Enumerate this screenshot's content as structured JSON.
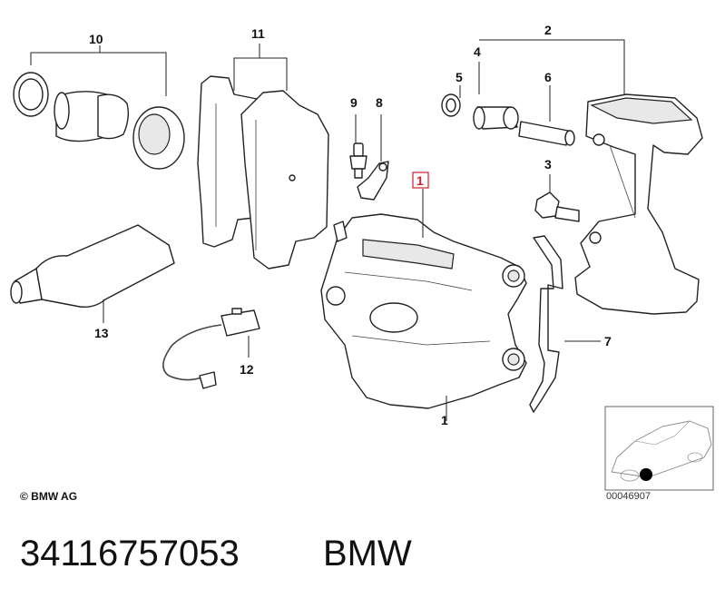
{
  "callouts": {
    "c1": "1",
    "c2": "2",
    "c3": "3",
    "c4": "4",
    "c5": "5",
    "c6": "6",
    "c7": "7",
    "c8": "8",
    "c9": "9",
    "c10": "10",
    "c11": "11",
    "c12": "12",
    "c13": "13"
  },
  "highlighted_callout": "1",
  "highlight_color": "#d0202a",
  "copyright": "© BMW AG",
  "doc_number": "00046907",
  "footer": {
    "part_number": "34116757053",
    "brand": "BMW"
  }
}
